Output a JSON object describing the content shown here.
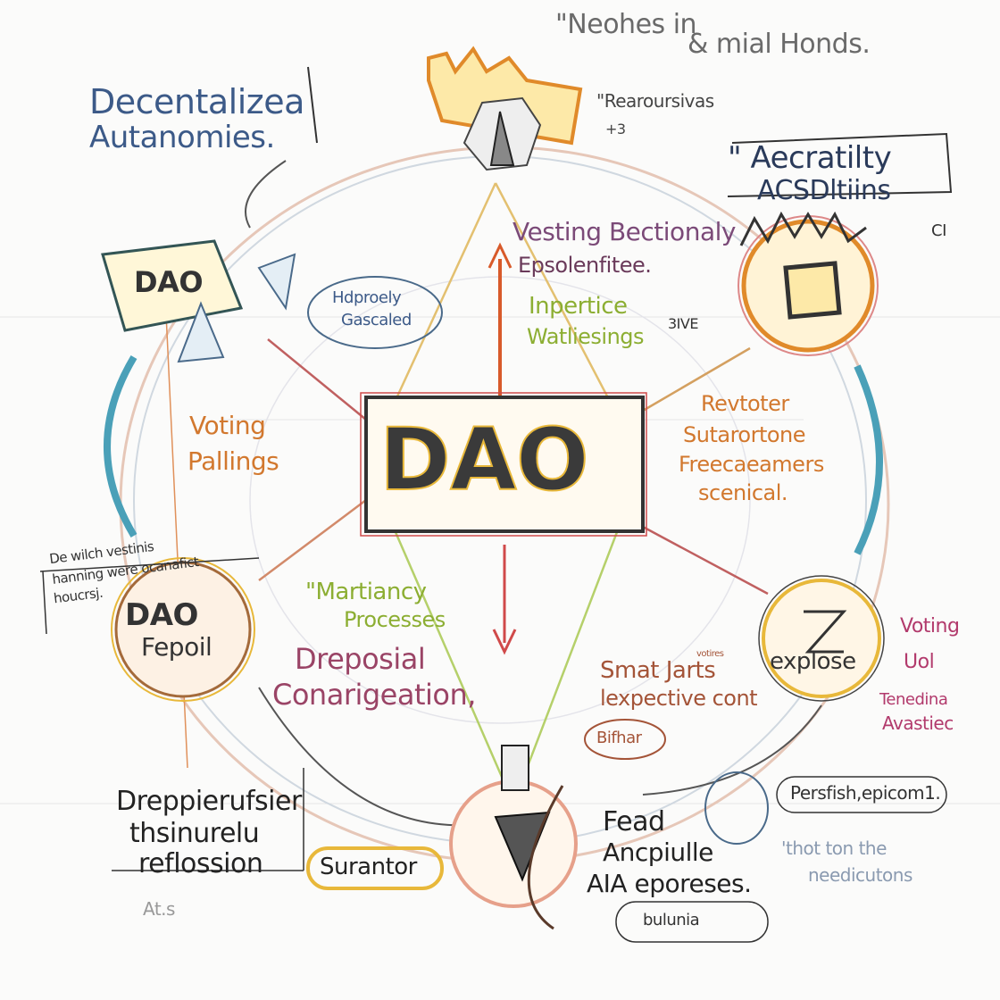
{
  "colors": {
    "paper": "#fbfbfa",
    "pencil": "#3a3a3a",
    "blue": "#3c5a88",
    "orange": "#d2782e",
    "green": "#8cae32",
    "purple": "#7b4a78",
    "maroon": "#9a4466",
    "magenta": "#b23a6c",
    "brown": "#a45438",
    "gold": "#e8b83a",
    "teal": "#4aa0b8"
  },
  "top": {
    "quote_line1": "\"Neohes in",
    "quote_line2": "& mial Honds.",
    "node_label": "\"Rearoursivas",
    "small_mark": "+3"
  },
  "top_left": {
    "title_line1": "Decentalizea",
    "title_line2": "Autanomies.",
    "box_label": "DAO"
  },
  "top_right": {
    "title_line1": "\" Aecratilty",
    "title_line2": "ACSDltiins",
    "corner_mark": "CI"
  },
  "center": {
    "label": "DAO",
    "upper_line1": "Vesting Bectionaly",
    "upper_line2": "Epsolenfitee.",
    "green_line1": "Inpertice",
    "green_line2": "Watliesings",
    "arrow_note": "3IVE",
    "bubble_line1": "Hdproely",
    "bubble_line2": "Gascaled"
  },
  "left": {
    "voting_line1": "Voting",
    "voting_line2": "Pallings",
    "note_line1": "De wilch vestinis",
    "note_line2": "hanning were ocanafict",
    "note_line3": "houcrsj.",
    "node_line1": "DAO",
    "node_line2": "Fepoil"
  },
  "right": {
    "line1": "Revtoter",
    "line2": "Sutarortone",
    "line3": "Freecaeamers",
    "line4": "scenical.",
    "node_label": "explose",
    "side_line1": "Voting",
    "side_line2": "Uol",
    "side_line3": "Tenedina",
    "side_line4": "Avastiec"
  },
  "middle": {
    "green_line1": "\"Martiancy",
    "green_line2": "Processes",
    "proposal_line1": "Dreposial",
    "proposal_line2": "Conarigeation,",
    "smart_line1": "Smat Jarts",
    "smart_line2": "lexpective cont",
    "small_note": "votires",
    "bubble": "Bifhar"
  },
  "bottom": {
    "left_line1": "Dreppierufsier",
    "left_line2": "thsinurelu",
    "left_line3": "reflossion",
    "surantor": "Surantor",
    "center_line1": "Fead",
    "center_line2": "Ancpiulle",
    "center_line3": "AIA eporeses.",
    "bubble_right": "Persfish,epicom1.",
    "faint_line1": "'thot ton the",
    "faint_line2": "needicutons",
    "bubble_bottom": "bulunia",
    "scribble": "At.s"
  }
}
